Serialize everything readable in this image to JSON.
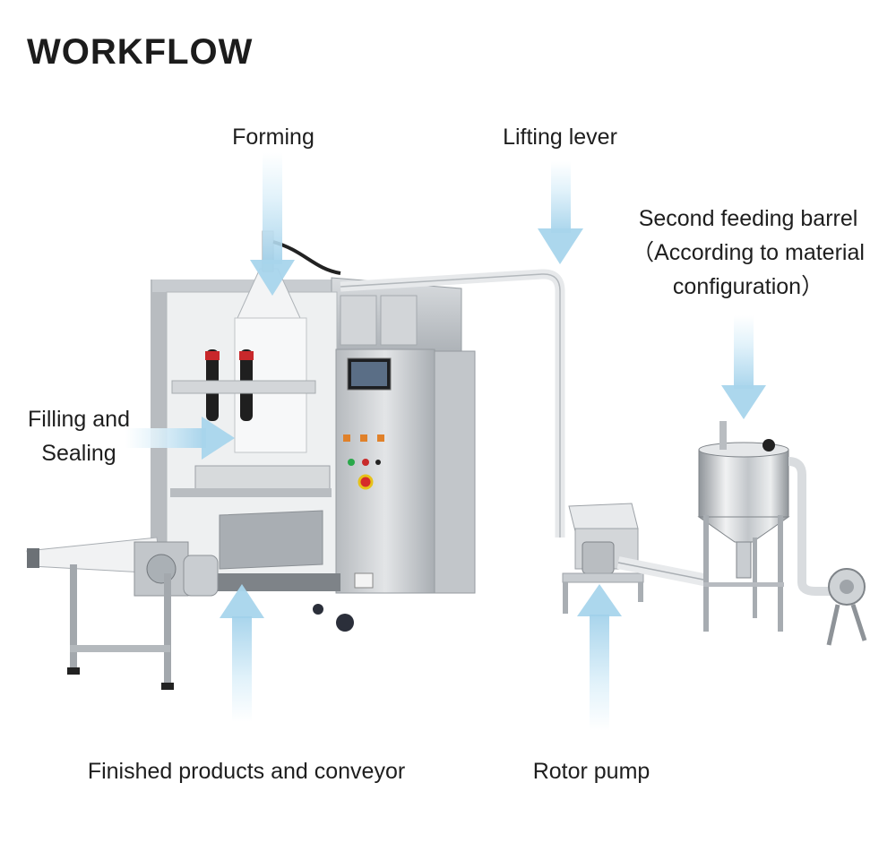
{
  "title": "WORKFLOW",
  "labels": {
    "forming": "Forming",
    "lifting_lever": "Lifting lever",
    "second_feeding_barrel": "Second feeding barrel",
    "second_feeding_barrel_note_1": "（According to material",
    "second_feeding_barrel_note_2": "configuration）",
    "filling_and": "Filling and",
    "sealing": "Sealing",
    "finished_products": "Finished products and conveyor",
    "rotor_pump": "Rotor pump"
  },
  "colors": {
    "arrow_light": "#e6f4fb",
    "arrow_dark": "#9fd0ea",
    "steel": "#c9ccd0",
    "steel_dark": "#8e9499",
    "text": "#1e1e1e"
  }
}
